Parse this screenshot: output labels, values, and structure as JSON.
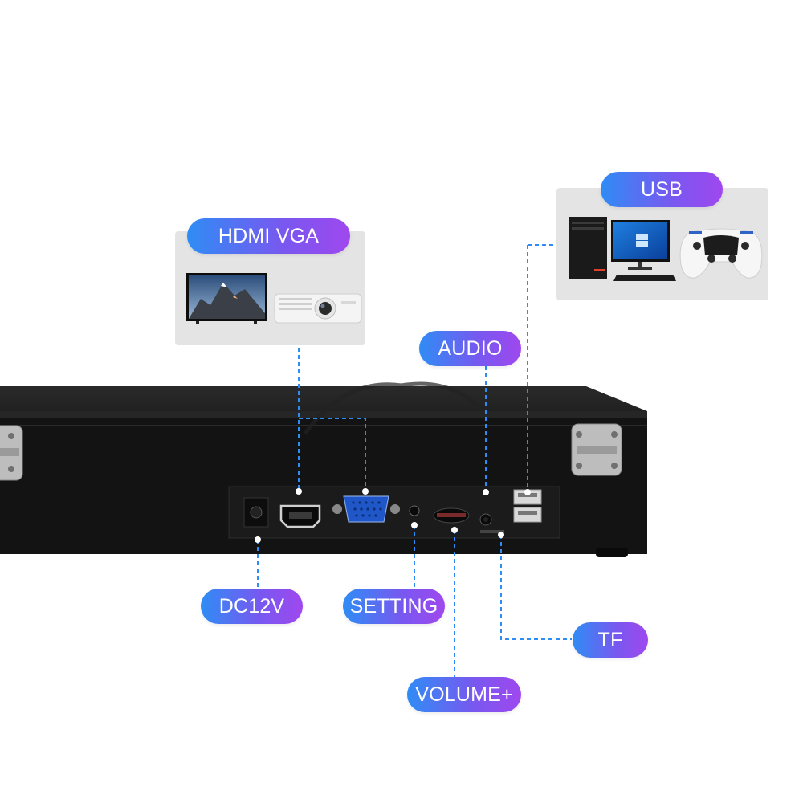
{
  "labels": {
    "hdmi_vga": "HDMI VGA",
    "usb": "USB",
    "audio": "AUDIO",
    "dc12v": "DC12V",
    "setting": "SETTING",
    "volume": "VOLUME+",
    "tf": "TF"
  },
  "colors": {
    "pill_gradient_start": "#2f8cf5",
    "pill_gradient_end": "#9f48ee",
    "line": "#2f8cf5",
    "console_body": "#141414",
    "card_bg": "#e4e4e4"
  },
  "icons": [
    "tv-icon",
    "projector-icon",
    "pc-tower-icon",
    "monitor-icon",
    "keyboard-icon",
    "gamepad-icon"
  ]
}
